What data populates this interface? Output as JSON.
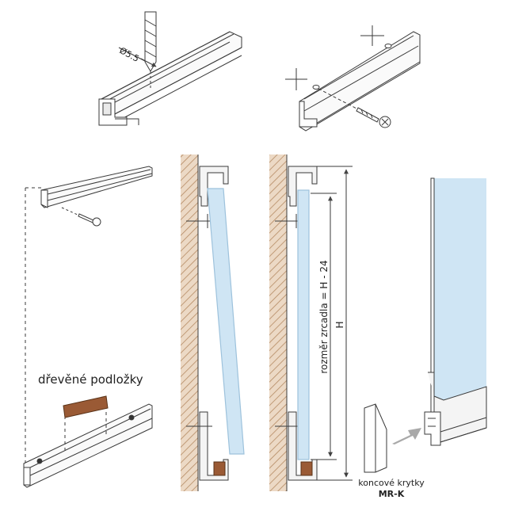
{
  "labels": {
    "drill_diameter": "Ø5.5",
    "wood_pads": "dřevěné podložky",
    "mirror_size": "rozměr zrcadla = H - 24",
    "height": "H",
    "end_caps": "koncové krytky",
    "end_caps_code": "MR-K"
  },
  "colors": {
    "line": "#3a3a3a",
    "profile_fill": "#f4f4f4",
    "wall_hatch": "#b58a63",
    "wall_bg": "#e9d8c4",
    "glass": "#cfe5f4",
    "glass_edge": "#9dc2dc",
    "wood": "#9a5a35",
    "arrow": "#a9a9a9"
  }
}
